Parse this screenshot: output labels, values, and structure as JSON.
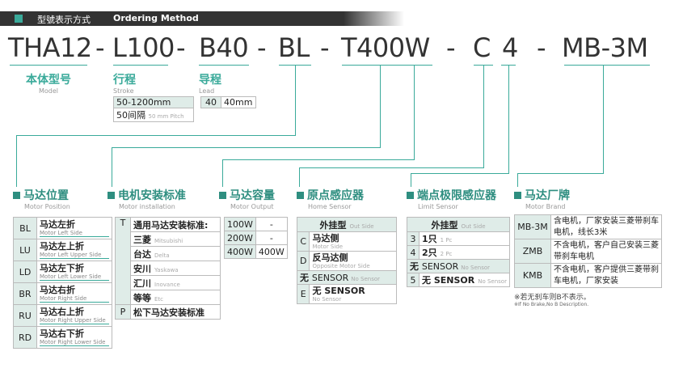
{
  "header": {
    "title_cn": "型號表示方式",
    "title_en": "Ordering Method"
  },
  "code": {
    "model": "THA12",
    "d1": "-",
    "stroke": "L100",
    "d2": "-",
    "lead": "B40",
    "d3": "-",
    "position": "BL",
    "d4": "-",
    "output": "T400W",
    "d5": "-",
    "sensor": "C",
    "limit": "4",
    "d6": "-",
    "brand": "MB-3M"
  },
  "model": {
    "cn": "本体型号",
    "en": "Model"
  },
  "stroke": {
    "cn": "行程",
    "en": "Stroke",
    "range": "50-1200mm",
    "pitch_cn": "50间隔",
    "pitch_en": "50 mm Pitch"
  },
  "lead": {
    "cn": "导程",
    "en": "Lead",
    "code": "40",
    "value": "40mm"
  },
  "motor_position": {
    "cn": "马达位置",
    "en": "Motor Position",
    "rows": [
      {
        "code": "BL",
        "cn": "马达左折",
        "en": "Motor Left Side"
      },
      {
        "code": "LU",
        "cn": "马达左上折",
        "en": "Motor Left Upper Side"
      },
      {
        "code": "LD",
        "cn": "马达左下折",
        "en": "Motor Left Lower Side"
      },
      {
        "code": "BR",
        "cn": "马达右折",
        "en": "Motor Right Side"
      },
      {
        "code": "RU",
        "cn": "马达右上折",
        "en": "Motor Right Upper Side"
      },
      {
        "code": "RD",
        "cn": "马达右下折",
        "en": "Motor Right Lower Side"
      }
    ]
  },
  "motor_install": {
    "cn": "电机安装标准",
    "en": "Motor installation",
    "t_code": "T",
    "t_label": "通用马达安装标准:",
    "brands": [
      {
        "cn": "三菱",
        "en": "Mitsubishi"
      },
      {
        "cn": "台达",
        "en": "Delta"
      },
      {
        "cn": "安川",
        "en": "Yaskawa"
      },
      {
        "cn": "汇川",
        "en": "Inovance"
      },
      {
        "cn": "等等",
        "en": "Etc"
      }
    ],
    "p_code": "P",
    "p_label": "松下马达安装标准"
  },
  "motor_output": {
    "cn": "马达容量",
    "en": "Motor Output",
    "rows": [
      {
        "code": "100W",
        "val": "-"
      },
      {
        "code": "200W",
        "val": "-"
      },
      {
        "code": "400W",
        "val": "400W"
      }
    ]
  },
  "home_sensor": {
    "cn": "原点感应器",
    "en": "Home Sensor",
    "head_cn": "外挂型",
    "head_en": "Out Side",
    "rows": [
      {
        "code": "C",
        "cn": "马达侧",
        "en": "Motor Side"
      },
      {
        "code": "D",
        "cn": "反马达侧",
        "en": "Opposite Motor Side"
      },
      {
        "code": "无",
        "cn": "SENSOR",
        "en": "No Sensor"
      },
      {
        "code": "E",
        "cn": "无 SENSOR",
        "en": "No Sensor"
      }
    ]
  },
  "limit_sensor": {
    "cn": "端点极限感应器",
    "en": "Limit Sensor",
    "head_cn": "外挂型",
    "head_en": "Out Side",
    "rows": [
      {
        "code": "3",
        "cn": "1只",
        "en": "1 Pc"
      },
      {
        "code": "4",
        "cn": "2只",
        "en": "2 Pc"
      },
      {
        "code": "无",
        "cn": "SENSOR",
        "en": "No Sensor"
      },
      {
        "code": "5",
        "cn": "无 SENSOR",
        "en": "No Sensor"
      }
    ]
  },
  "motor_brand": {
    "cn": "马达厂牌",
    "en": "Motor Brand",
    "rows": [
      {
        "code": "MB-3M",
        "desc": "含电机，厂家安装三菱带刹车电机，线长3米"
      },
      {
        "code": "ZMB",
        "desc": "不含电机，客户自己安装三菱带刹车电机"
      },
      {
        "code": "KMB",
        "desc": "不含电机，客户提供三菱带刹车电机，厂家安装"
      }
    ],
    "note_cn": "※若无刹车则B不表示。",
    "note_en": "※If No Brake,No B Description."
  }
}
